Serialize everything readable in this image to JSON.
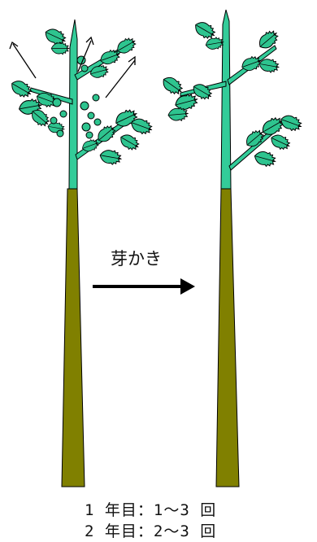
{
  "diagram": {
    "action_label": "芽かき",
    "frequency": [
      "1 年目：1～3 回",
      "2 年目：2～3 回"
    ],
    "colors": {
      "trunk": "#808000",
      "trunk_stroke": "#000000",
      "stem": "#33cc99",
      "leaf": "#2ec48f",
      "leaf_stroke": "#000000",
      "arrow": "#000000"
    }
  }
}
